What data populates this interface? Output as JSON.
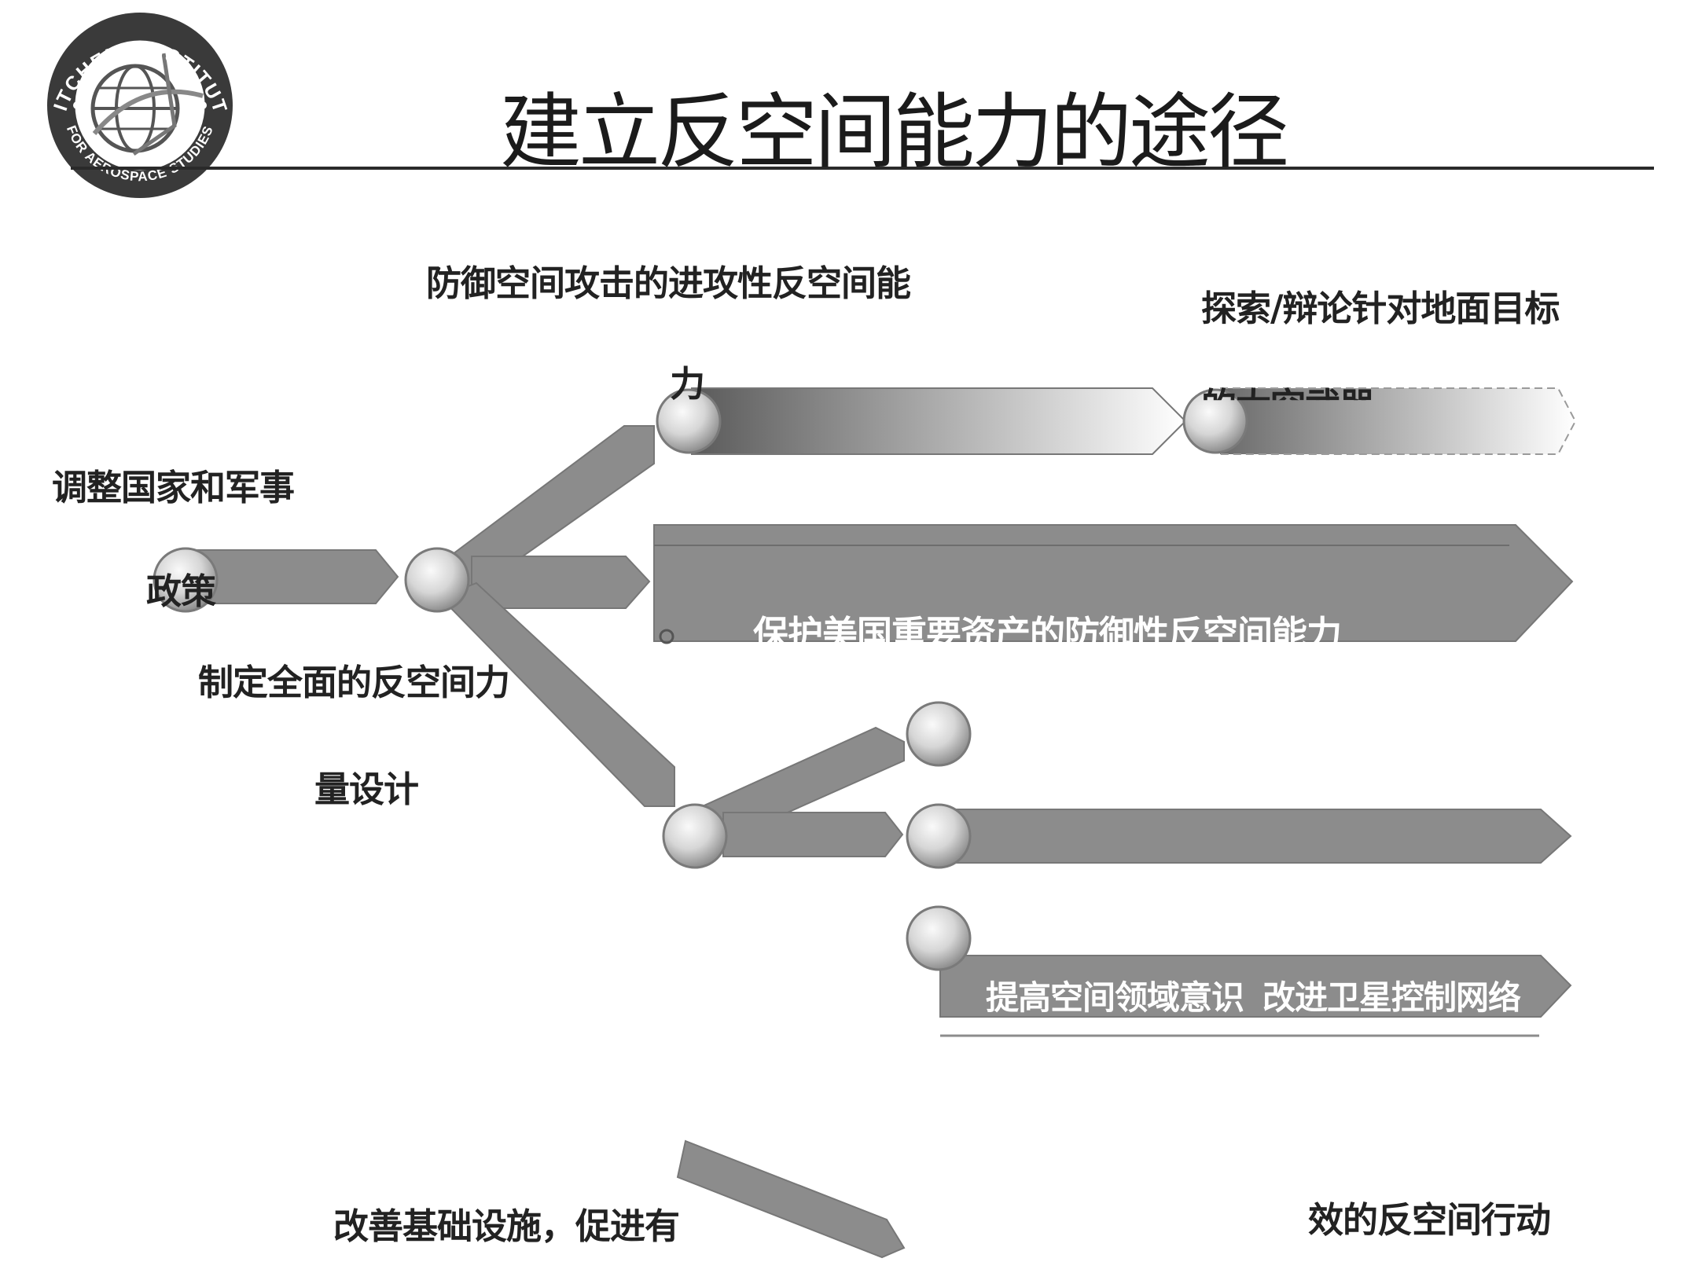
{
  "logo": {
    "ring_text_top": "MITCHELL INSTITUTE",
    "ring_text_bottom": "FOR AEROSPACE STUDIES"
  },
  "title": "建立反空间能力的途径",
  "nodes": {
    "adjust_line1": "调整国家和军事",
    "adjust_line2": "政策",
    "design_line1": "制定全面的反空间力",
    "design_line2": "量设计",
    "offensive_line1": "防御空间攻击的进攻性反空间能",
    "offensive_line2": "力",
    "ground_line1": "探索/辩论针对地面目标",
    "ground_line2": "的太空武器",
    "defensive": "保护美国重要资产的防御性反空间能力",
    "awareness": "提高空间领域意识",
    "satellite": "改进卫星控制网络",
    "infra_line1": "改善基础设施，促进有",
    "infra_line2": "效的反空间行动"
  },
  "colors": {
    "arrow": "#8c8c8c",
    "arrow_edge": "#777777",
    "text": "#222222",
    "on_arrow_text": "#ffffff"
  }
}
